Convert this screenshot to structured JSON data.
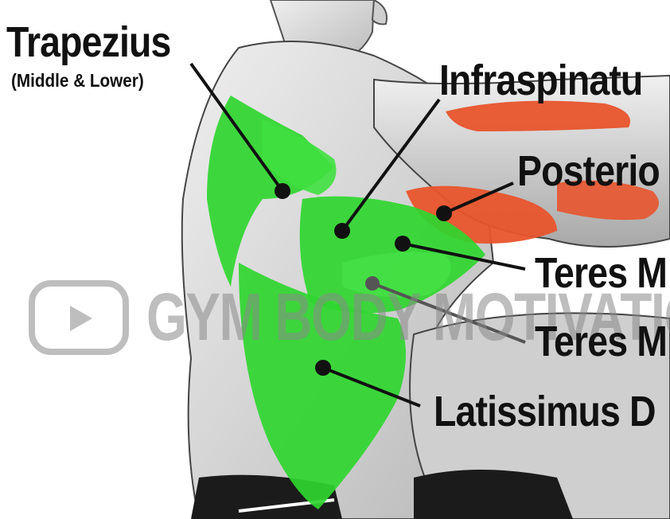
{
  "labels": {
    "trapezius": "Trapezius",
    "trapezius_sub": "(Middle & Lower)",
    "infraspinatus": "Infraspinatu",
    "posterior": "Posterio",
    "teres_major": "Teres M",
    "teres_minor": "Teres M",
    "latissimus": "Latissimus D"
  },
  "watermark": {
    "text": "GYM BODY MOTIVATIO",
    "icon": "play-button-icon"
  },
  "colors": {
    "highlight_primary": "#2fd62f",
    "highlight_secondary": "#e8542c",
    "skin": "#d9d9d9",
    "outline": "#3a3a3a",
    "text": "#111111"
  }
}
